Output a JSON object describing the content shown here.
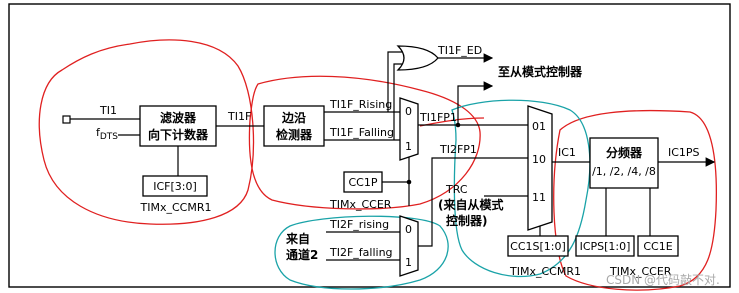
{
  "inputs": {
    "ti1": "TI1",
    "fdts": "f",
    "fdts_sub": "DTS"
  },
  "filter": {
    "line1": "滤波器",
    "line2": "向下计数器",
    "output": "TI1F"
  },
  "icf": "ICF[3:0]",
  "ccmr1_left": "TIMx_CCMR1",
  "edge": {
    "line1": "边沿",
    "line2": "检测器",
    "rising": "TI1F_Rising",
    "falling": "TI1F_Falling"
  },
  "or_out": "TI1F_ED",
  "to_slave": "至从模式控制器",
  "ti1fp1": "TI1FP1",
  "ti2fp1": "TI2FP1",
  "trc": "TRC",
  "trc_note": {
    "line1": "(来自从模式",
    "line2": "控制器)"
  },
  "cc1p": "CC1P",
  "ccer_left": "TIMx_CCER",
  "ch2": {
    "line1": "来自",
    "line2": "通道2",
    "rising": "TI2F_rising",
    "falling": "TI2F_falling"
  },
  "mux_small": {
    "zero": "0",
    "one": "1"
  },
  "mux_big": {
    "in01": "01",
    "in10": "10",
    "in11": "11"
  },
  "ic1": "IC1",
  "prescaler": {
    "line1": "分频器",
    "line2": "/1, /2, /4, /8",
    "output": "IC1PS"
  },
  "cc1s": "CC1S[1:0]",
  "ccmr1_right": "TIMx_CCMR1",
  "icps": "ICPS[1:0]",
  "cc1e": "CC1E",
  "ccer_right": "TIMx_CCER",
  "watermark": "CSDN @代码敲不对."
}
